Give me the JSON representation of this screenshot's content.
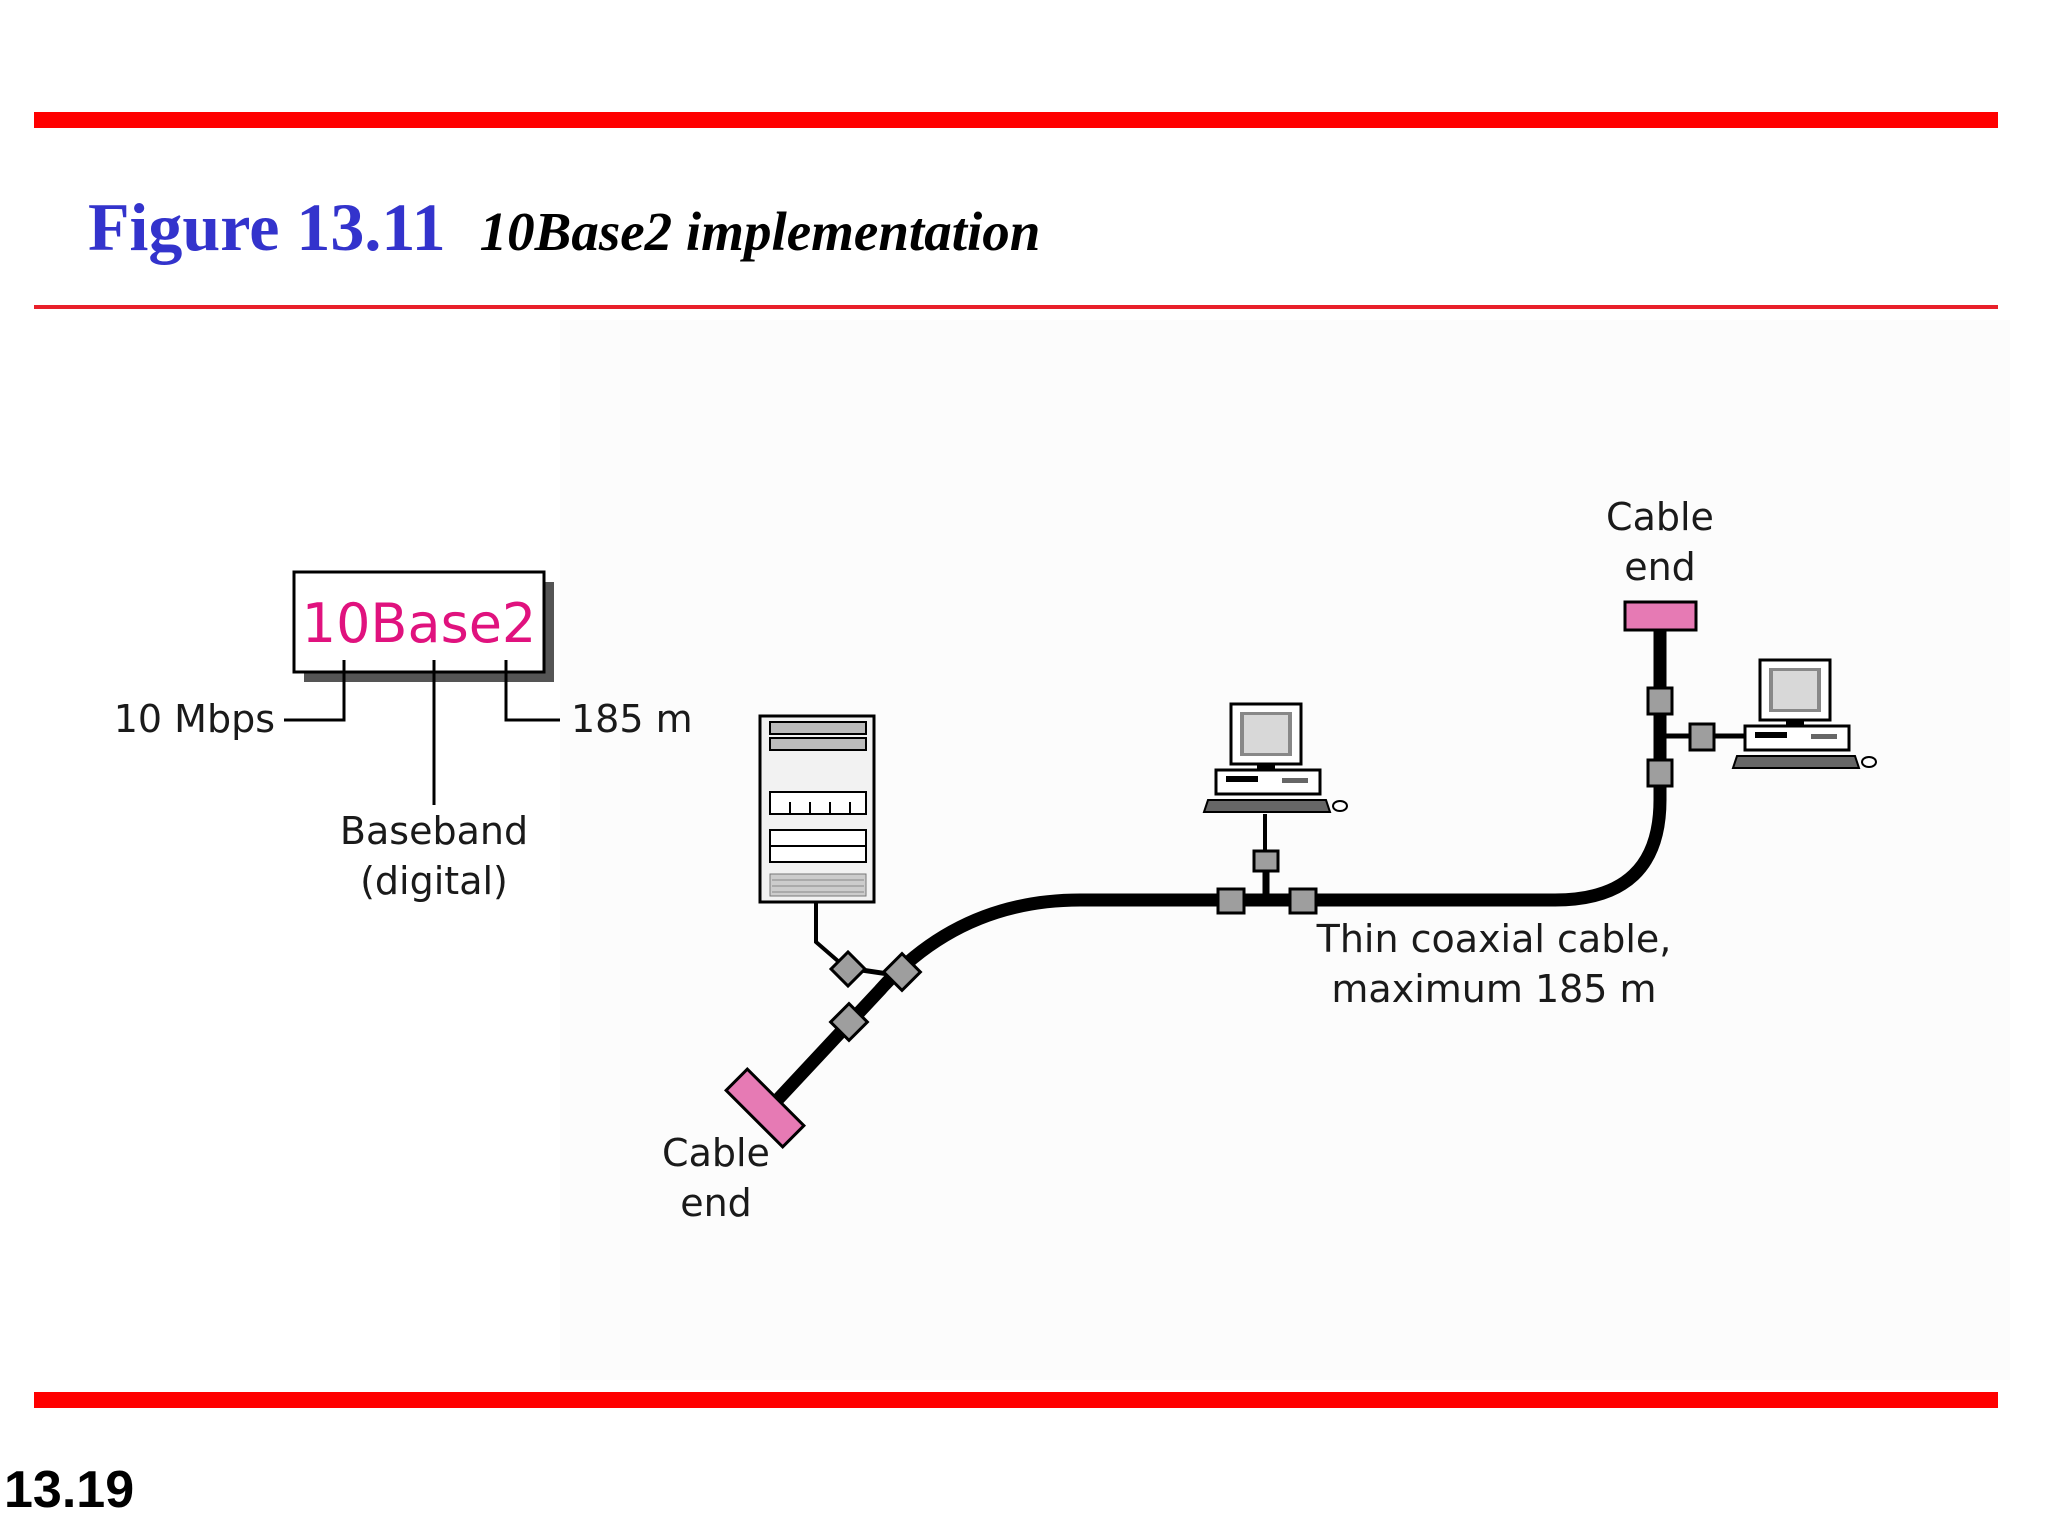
{
  "figure": {
    "label": "Figure 13.11",
    "caption": "10Base2 implementation"
  },
  "legend": {
    "name": "10Base2",
    "rate": "10 Mbps",
    "signal_line1": "Baseband",
    "signal_line2": "(digital)",
    "length": "185 m"
  },
  "labels": {
    "cable_end_bottom_line1": "Cable",
    "cable_end_bottom_line2": "end",
    "cable_end_top_line1": "Cable",
    "cable_end_top_line2": "end",
    "cable_line1": "Thin coaxial cable,",
    "cable_line2": "maximum 185 m"
  },
  "page_number": "13.19",
  "colors": {
    "rule": "#ff0000",
    "figure_label": "#3333cc",
    "legend_name": "#e0127e",
    "terminator": "#e67ab4",
    "connector": "#9e9e9e"
  }
}
